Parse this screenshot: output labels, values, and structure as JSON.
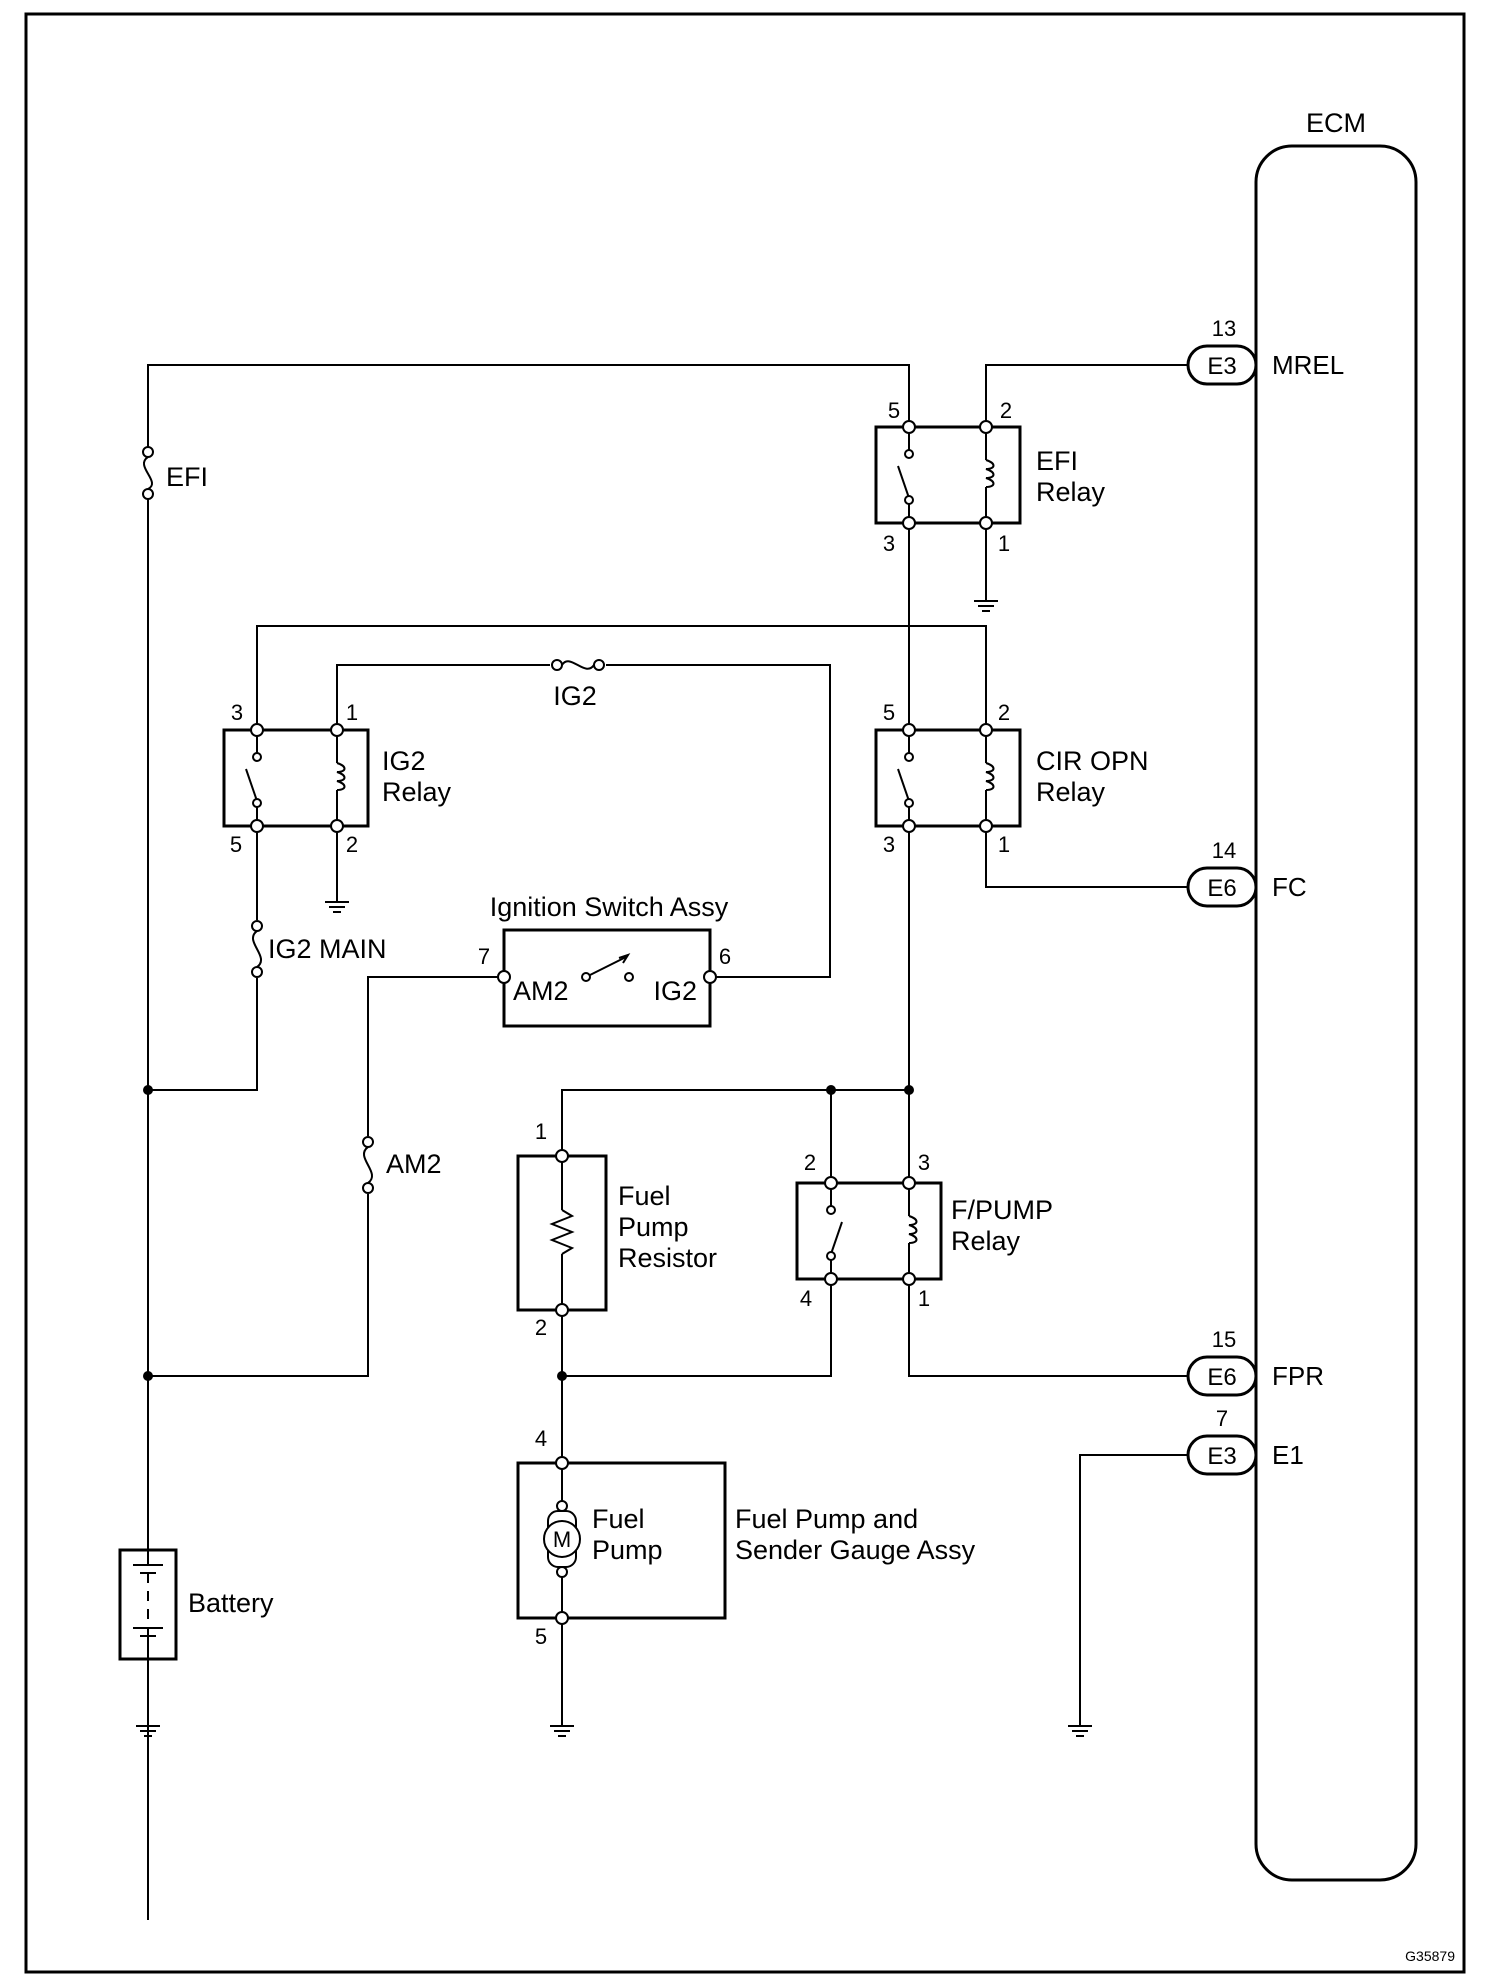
{
  "ecm": {
    "title": "ECM",
    "terminals": [
      {
        "pin": "13",
        "connector": "E3",
        "signal": "MREL"
      },
      {
        "pin": "14",
        "connector": "E6",
        "signal": "FC"
      },
      {
        "pin": "15",
        "connector": "E6",
        "signal": "FPR"
      },
      {
        "pin": "7",
        "connector": "E3",
        "signal": "E1"
      }
    ]
  },
  "fuses": {
    "efi": "EFI",
    "ig2": "IG2",
    "ig2_main": "IG2 MAIN",
    "am2": "AM2"
  },
  "relays": {
    "efi": {
      "line1": "EFI",
      "line2": "Relay",
      "pins": [
        "5",
        "2",
        "3",
        "1"
      ]
    },
    "ig2": {
      "line1": "IG2",
      "line2": "Relay",
      "pins": [
        "3",
        "1",
        "5",
        "2"
      ]
    },
    "cir_opn": {
      "line1": "CIR OPN",
      "line2": "Relay",
      "pins": [
        "5",
        "2",
        "3",
        "1"
      ]
    },
    "fpump": {
      "line1": "F/PUMP",
      "line2": "Relay",
      "pins": [
        "2",
        "3",
        "4",
        "1"
      ]
    }
  },
  "ignition_switch": {
    "title": "Ignition Switch Assy",
    "left_label": "AM2",
    "right_label": "IG2",
    "pin_left": "7",
    "pin_right": "6"
  },
  "resistor": {
    "lines": [
      "Fuel",
      "Pump",
      "Resistor"
    ],
    "pin_top": "1",
    "pin_bottom": "2"
  },
  "fuel_pump": {
    "motor_symbol": "M",
    "lines": [
      "Fuel",
      "Pump"
    ],
    "assy_lines": [
      "Fuel Pump and",
      "Sender Gauge Assy"
    ],
    "pin_top": "4",
    "pin_bottom": "5"
  },
  "battery": {
    "label": "Battery"
  },
  "figure_code": "G35879",
  "icons": [
    "fuse-icon",
    "relay-switch-icon",
    "relay-coil-icon",
    "ground-icon",
    "resistor-icon",
    "motor-icon",
    "battery-icon"
  ]
}
